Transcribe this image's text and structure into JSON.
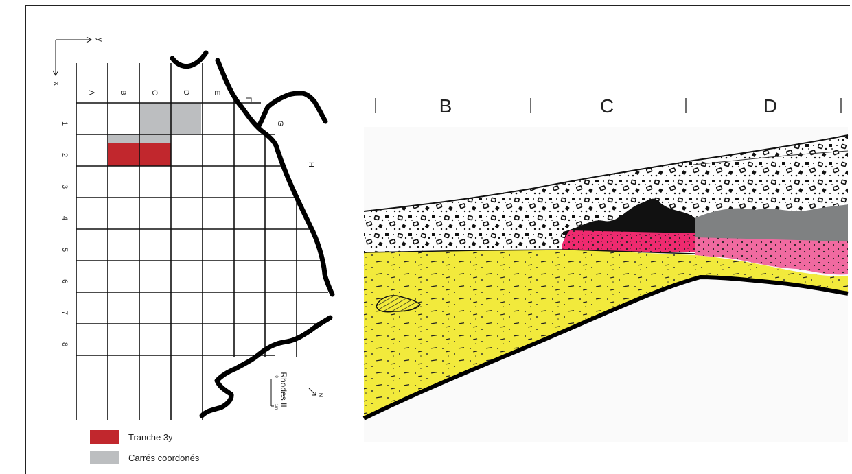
{
  "axes": {
    "y_label": "y",
    "x_label": "x"
  },
  "columns": [
    "A",
    "B",
    "C",
    "D",
    "E"
  ],
  "rows": [
    "1",
    "2",
    "3",
    "4",
    "5",
    "6",
    "7",
    "8"
  ],
  "wall_labels": [
    "F",
    "G",
    "H"
  ],
  "map_caption": {
    "north": "N",
    "site": "Rhodes II",
    "scale_zero": "0",
    "scale_unit": "1m"
  },
  "legend": [
    {
      "label": "Tranche 3y",
      "color": "#c1272d"
    },
    {
      "label": "Carrés coordonés",
      "color": "#bcbec0"
    }
  ],
  "section": {
    "labels": [
      "B",
      "C",
      "D"
    ]
  },
  "colors": {
    "trench": "#c1272d",
    "coordinated": "#bcbec0",
    "yellow_layer": "#f2ea3c",
    "pink_layer": "#ee2a6f",
    "grey_layer": "#7f8182",
    "black_layer": "#111111"
  }
}
